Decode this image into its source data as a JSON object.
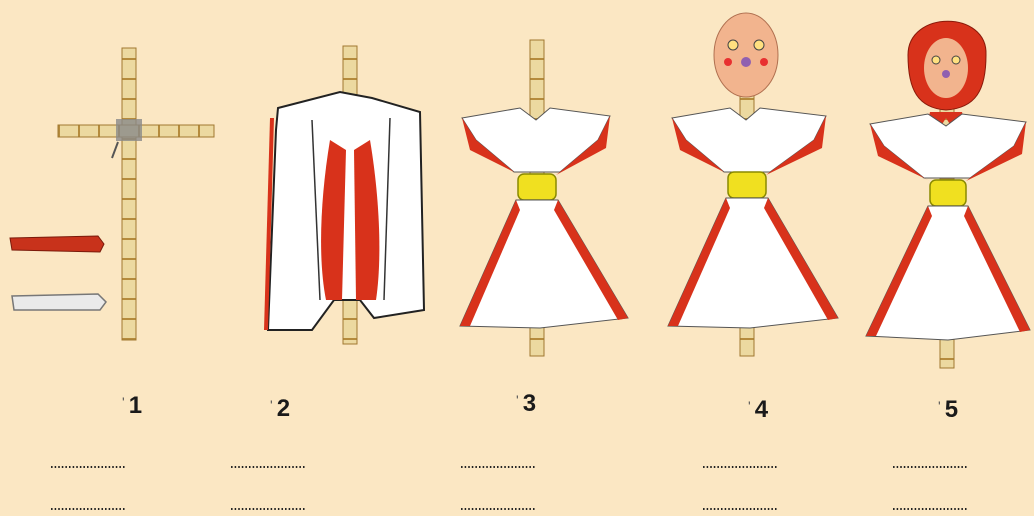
{
  "steps": [
    {
      "number": "1",
      "blank1": "…………………",
      "blank2": "…………………"
    },
    {
      "number": "2",
      "blank1": "…………………",
      "blank2": "…………………"
    },
    {
      "number": "3",
      "blank1": "…………………",
      "blank2": "…………………"
    },
    {
      "number": "4",
      "blank1": "…………………",
      "blank2": "…………………"
    },
    {
      "number": "5",
      "blank1": "…………………",
      "blank2": "…………………"
    }
  ],
  "colors": {
    "background": "#fbe7c3",
    "cloth_red": "#d8321b",
    "cloth_white": "#ffffff",
    "stick": "#ecd9a0",
    "belt": "#f0e020",
    "face": "#f2b48e"
  },
  "icons": [
    "wooden-cross-icon",
    "red-cloth-icon",
    "white-cloth-icon",
    "scarecrow-figure-icon",
    "face-icon",
    "headscarf-icon"
  ]
}
